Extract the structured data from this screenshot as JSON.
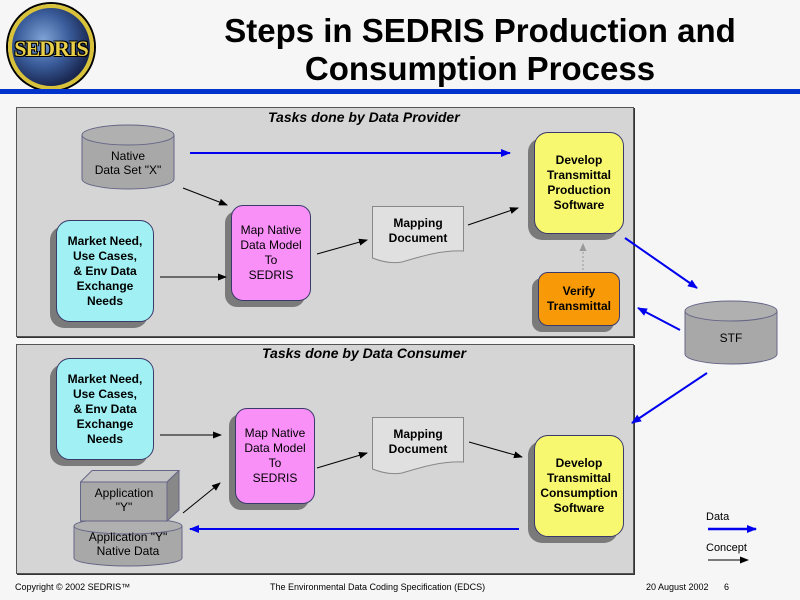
{
  "logo": {
    "text": "SEDRIS"
  },
  "title": {
    "line1": "Steps in SEDRIS Production and",
    "line2": "Consumption Process"
  },
  "provider_panel": {
    "label": "Tasks done by Data Provider",
    "native_data_set": [
      "Native",
      "Data Set \"X\""
    ],
    "market_need": [
      "Market Need,",
      "Use Cases,",
      "& Env Data",
      "Exchange",
      "Needs"
    ],
    "map_native": [
      "Map Native",
      "Data Model",
      "To",
      "SEDRIS"
    ],
    "mapping_document": [
      "Mapping",
      "Document"
    ],
    "develop": [
      "Develop",
      "Transmittal",
      "Production",
      "Software"
    ],
    "verify": [
      "Verify",
      "Transmittal"
    ]
  },
  "stf": {
    "label": "STF"
  },
  "consumer_panel": {
    "label": "Tasks done by Data Consumer",
    "market_need": [
      "Market Need,",
      "Use Cases,",
      "& Env Data",
      "Exchange",
      "Needs"
    ],
    "map_native": [
      "Map Native",
      "Data Model",
      "To",
      "SEDRIS"
    ],
    "mapping_document": [
      "Mapping",
      "Document"
    ],
    "develop": [
      "Develop",
      "Transmittal",
      "Consumption",
      "Software"
    ],
    "application": [
      "Application",
      "\"Y\""
    ],
    "application_data": [
      "Application \"Y\"",
      "Native Data"
    ]
  },
  "legend": {
    "data_label": "Data",
    "concept_label": "Concept"
  },
  "colors": {
    "data_arrow": "#0000ee",
    "concept_arrow": "#000000",
    "cyan_box": "#a0f0f4",
    "pink_box": "#f890f8",
    "yellow_box": "#f8f870",
    "orange_box": "#f89a08",
    "cylinder": "#a8a8a8"
  },
  "footer": {
    "copyright": "Copyright © 2002 SEDRIS™",
    "center": "The Environmental Data Coding Specification (EDCS)",
    "date": "20 August 2002",
    "page": "6"
  }
}
